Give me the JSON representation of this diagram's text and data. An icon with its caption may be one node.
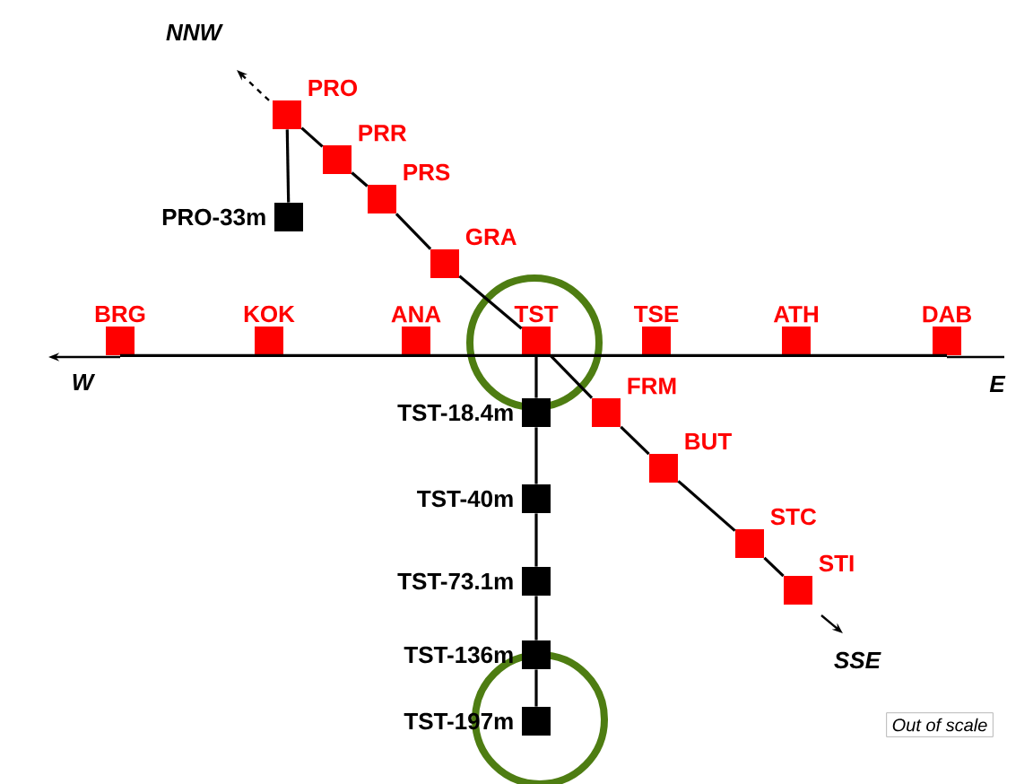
{
  "diagram": {
    "nodes": [
      {
        "text": [
          "PRO"
        ]
      },
      {
        "text": [
          "PRR"
        ]
      },
      {
        "text": [
          "PRS"
        ]
      },
      {
        "text": [
          "PRO-33m"
        ]
      },
      {
        "text": [
          "GRA"
        ]
      },
      {
        "text": [
          "BRG"
        ]
      },
      {
        "text": [
          "KOK"
        ]
      },
      {
        "text": [
          "ANA"
        ]
      },
      {
        "text": [
          "TST"
        ]
      },
      {
        "text": [
          "TSE"
        ]
      },
      {
        "text": [
          "ATH"
        ]
      },
      {
        "text": [
          "DAB"
        ]
      },
      {
        "text": [
          "TST-18.4m"
        ]
      },
      {
        "text": [
          "FRM"
        ]
      },
      {
        "text": [
          "BUT"
        ]
      },
      {
        "text": [
          "TST-40m"
        ]
      },
      {
        "text": [
          "STC"
        ]
      },
      {
        "text": [
          "STI"
        ]
      },
      {
        "text": [
          "TST-73.1m"
        ]
      },
      {
        "text": [
          "TST-136m"
        ]
      },
      {
        "text": [
          "TST-197m"
        ]
      },
      {
        "text": [
          "Out of scale"
        ]
      }
    ],
    "edges": [
      {
        "from": 0,
        "to": 1,
        "arrow": "none"
      },
      {
        "from": 1,
        "to": 2,
        "arrow": "none"
      },
      {
        "from": 2,
        "to": 4,
        "arrow": "none"
      },
      {
        "from": 4,
        "to": 8,
        "arrow": "none"
      },
      {
        "from": 8,
        "to": 13,
        "arrow": "none"
      },
      {
        "from": 13,
        "to": 14,
        "arrow": "none"
      },
      {
        "from": 14,
        "to": 16,
        "arrow": "none"
      },
      {
        "from": 16,
        "to": 17,
        "arrow": "none"
      },
      {
        "from": 0,
        "to": 3,
        "arrow": "none"
      },
      {
        "from": 5,
        "to": 6,
        "arrow": "none"
      },
      {
        "from": 6,
        "to": 7,
        "arrow": "none"
      },
      {
        "from": 7,
        "to": 8,
        "arrow": "none"
      },
      {
        "from": 8,
        "to": 9,
        "arrow": "none"
      },
      {
        "from": 9,
        "to": 10,
        "arrow": "none"
      },
      {
        "from": 10,
        "to": 11,
        "arrow": "none"
      },
      {
        "from": 8,
        "to": 12,
        "arrow": "none"
      },
      {
        "from": 12,
        "to": 15,
        "arrow": "none"
      },
      {
        "from": 15,
        "to": 18,
        "arrow": "none"
      },
      {
        "from": 18,
        "to": 19,
        "arrow": "none"
      },
      {
        "from": 19,
        "to": 20,
        "arrow": "none"
      }
    ],
    "labels": [
      "NNW",
      "W",
      "E",
      "SSE"
    ]
  }
}
